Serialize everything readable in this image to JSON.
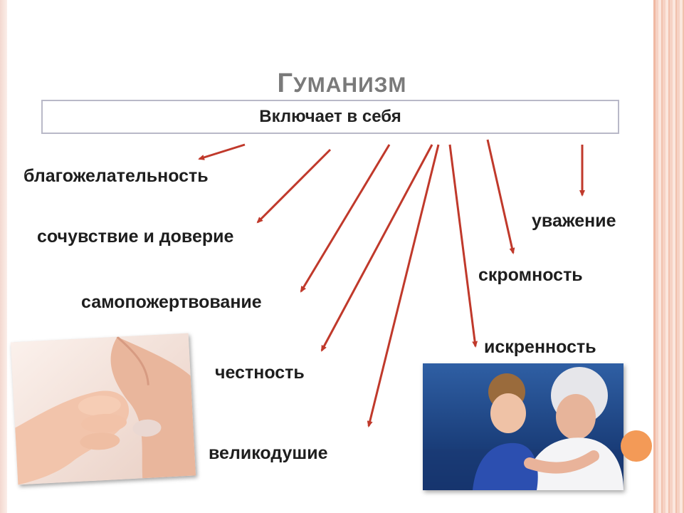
{
  "title_first": "Г",
  "title_rest": "УМАНИЗМ",
  "banner": "Включает в себя",
  "terms": [
    "благожелательность",
    "сочувствие и доверие",
    "самопожертвование",
    "честность",
    "великодушие",
    "уважение",
    "скромность",
    "искренность"
  ],
  "colors": {
    "arrow": "#c0392b",
    "title": "#7a7a7a",
    "accent_dot": "#f39a57"
  },
  "images": [
    "hands-photo",
    "grandmother-child-photo"
  ]
}
